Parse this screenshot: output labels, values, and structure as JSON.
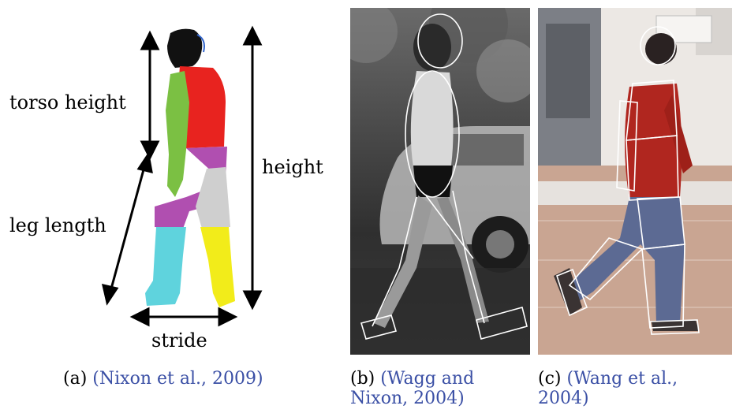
{
  "panel_a": {
    "labels": {
      "torso_height": "torso height",
      "leg_length": "leg length",
      "height": "height",
      "stride": "stride"
    },
    "caption": {
      "tag": "(a)",
      "cite": "(Nixon et al., 2009)"
    }
  },
  "panel_b": {
    "caption": {
      "tag": "(b)",
      "cite_line1": "(Wagg and",
      "cite_line2": "Nixon, 2004)"
    }
  },
  "panel_c": {
    "caption": {
      "tag": "(c)",
      "cite_line1": "(Wang et al.,",
      "cite_line2": "2004)"
    }
  },
  "colors": {
    "head": "#111111",
    "torso": "#e8231f",
    "arm": "#7bc043",
    "hip": "#b04fb0",
    "leg_back": "#c8c8c8",
    "shin_front": "#5fd3dd",
    "shin_back": "#f2ec1a",
    "citation": "#3a4fa5"
  }
}
